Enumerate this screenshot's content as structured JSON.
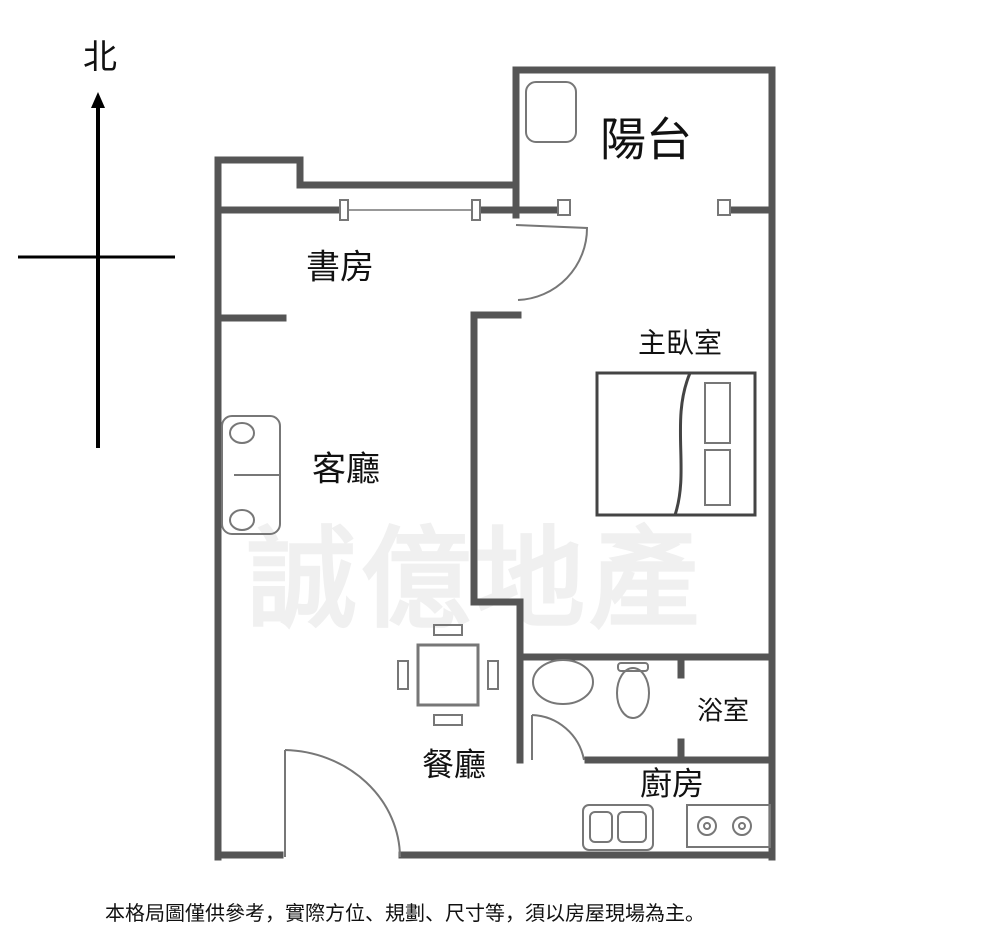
{
  "compass": {
    "north_label": "北"
  },
  "watermark": "誠億地產",
  "rooms": {
    "balcony": "陽台",
    "study": "書房",
    "living_room": "客廳",
    "master_bedroom": "主臥室",
    "bathroom": "浴室",
    "dining_room": "餐廳",
    "kitchen": "廚房"
  },
  "disclaimer": "本格局圖僅供參考，實際方位、規劃、尺寸等，須以房屋現場為主。",
  "colors": {
    "wall": "#555555",
    "fixture": "#777777",
    "watermark": "#f0f0f0"
  }
}
